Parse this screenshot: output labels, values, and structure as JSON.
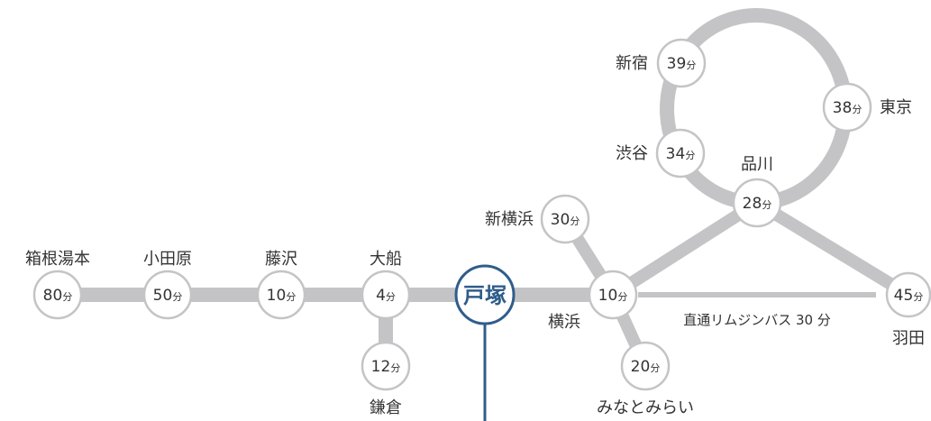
{
  "hub": {
    "name": "戸塚",
    "color": "#2f5d8c"
  },
  "bus_label": "直通リムジンバス 30 分",
  "unit": "分",
  "stations": {
    "hakone": {
      "name": "箱根湯本",
      "time": "80"
    },
    "odawara": {
      "name": "小田原",
      "time": "50"
    },
    "fujisawa": {
      "name": "藤沢",
      "time": "10"
    },
    "ofuna": {
      "name": "大船",
      "time": "4"
    },
    "kamakura": {
      "name": "鎌倉",
      "time": "12"
    },
    "yokohama": {
      "name": "横浜",
      "time": "10"
    },
    "shinyokohama": {
      "name": "新横浜",
      "time": "30"
    },
    "minatomirai": {
      "name": "みなとみらい",
      "time": "20"
    },
    "shinagawa": {
      "name": "品川",
      "time": "28"
    },
    "shibuya": {
      "name": "渋谷",
      "time": "34"
    },
    "shinjuku": {
      "name": "新宿",
      "time": "39"
    },
    "tokyo": {
      "name": "東京",
      "time": "38"
    },
    "haneda": {
      "name": "羽田",
      "time": "45"
    }
  },
  "colors": {
    "line": "#c4c4c6",
    "text": "#333333"
  }
}
